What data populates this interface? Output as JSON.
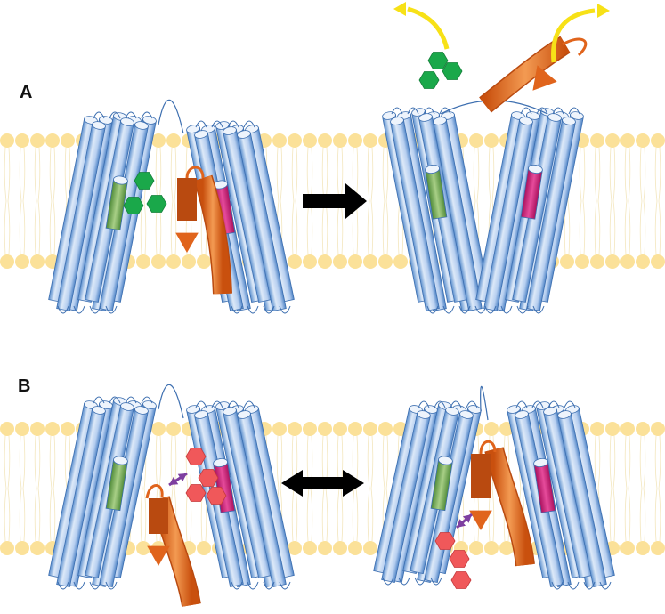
{
  "figure": {
    "panels": [
      {
        "id": "A",
        "label": "A"
      },
      {
        "id": "B",
        "label": "B"
      }
    ]
  },
  "colors": {
    "membrane_head": "#fbe199",
    "membrane_tail": "#f3e6bd",
    "helix_light": "#dde9f8",
    "helix_dark": "#5b8fce",
    "helix_outline": "#3d6fb0",
    "green_segment": "#6aa04a",
    "magenta_segment": "#c8176e",
    "substrate_green": "#1aa84a",
    "substrate_red": "#f0585a",
    "peptide_orange": "#e0641c",
    "release_arrow": "#f7e117",
    "transition_arrow": "#000000",
    "binding_arrow": "#7e3fa0"
  },
  "icons": {
    "transporter": "helix-bundle-icon",
    "substrate": "hexagon-cluster-icon",
    "peptide": "bent-arrow-icon"
  }
}
